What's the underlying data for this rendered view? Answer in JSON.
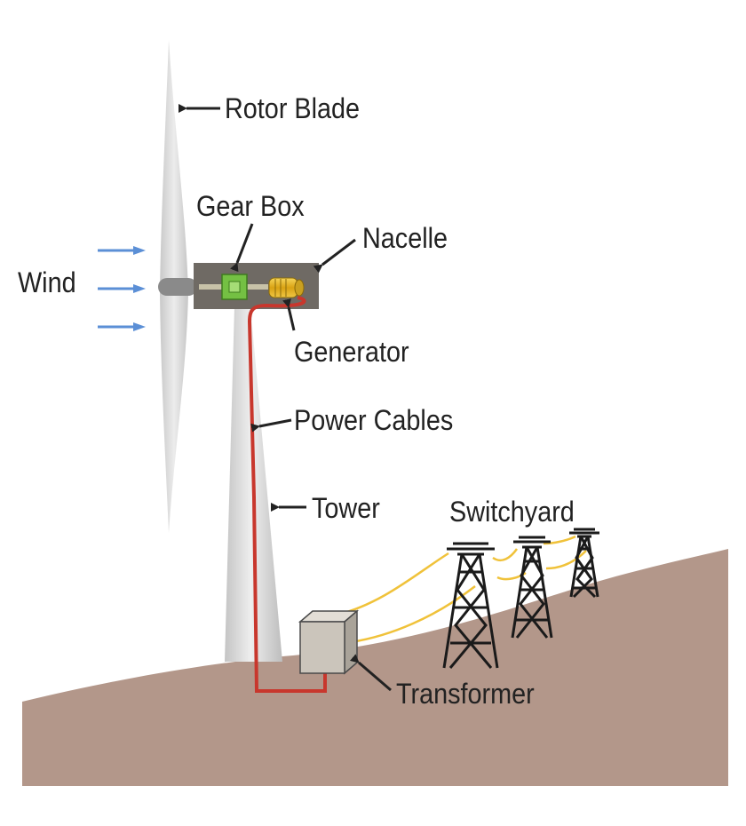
{
  "labels": {
    "rotor_blade": "Rotor Blade",
    "gear_box": "Gear Box",
    "nacelle": "Nacelle",
    "wind": "Wind",
    "generator": "Generator",
    "power_cables": "Power Cables",
    "tower": "Tower",
    "switchyard": "Switchyard",
    "transformer": "Transformer"
  },
  "colors": {
    "ground": "#b3978a",
    "tower": "#d3d3d3",
    "blade": "#d8d8d8",
    "nacelle": "#6f6a64",
    "gear_box": "#74c043",
    "generator": "#e3b31c",
    "power_cable": "#c8372d",
    "transmission_line": "#f0c23a",
    "wind_arrow": "#5b8fd6",
    "transformer": "#cbc5bb"
  }
}
